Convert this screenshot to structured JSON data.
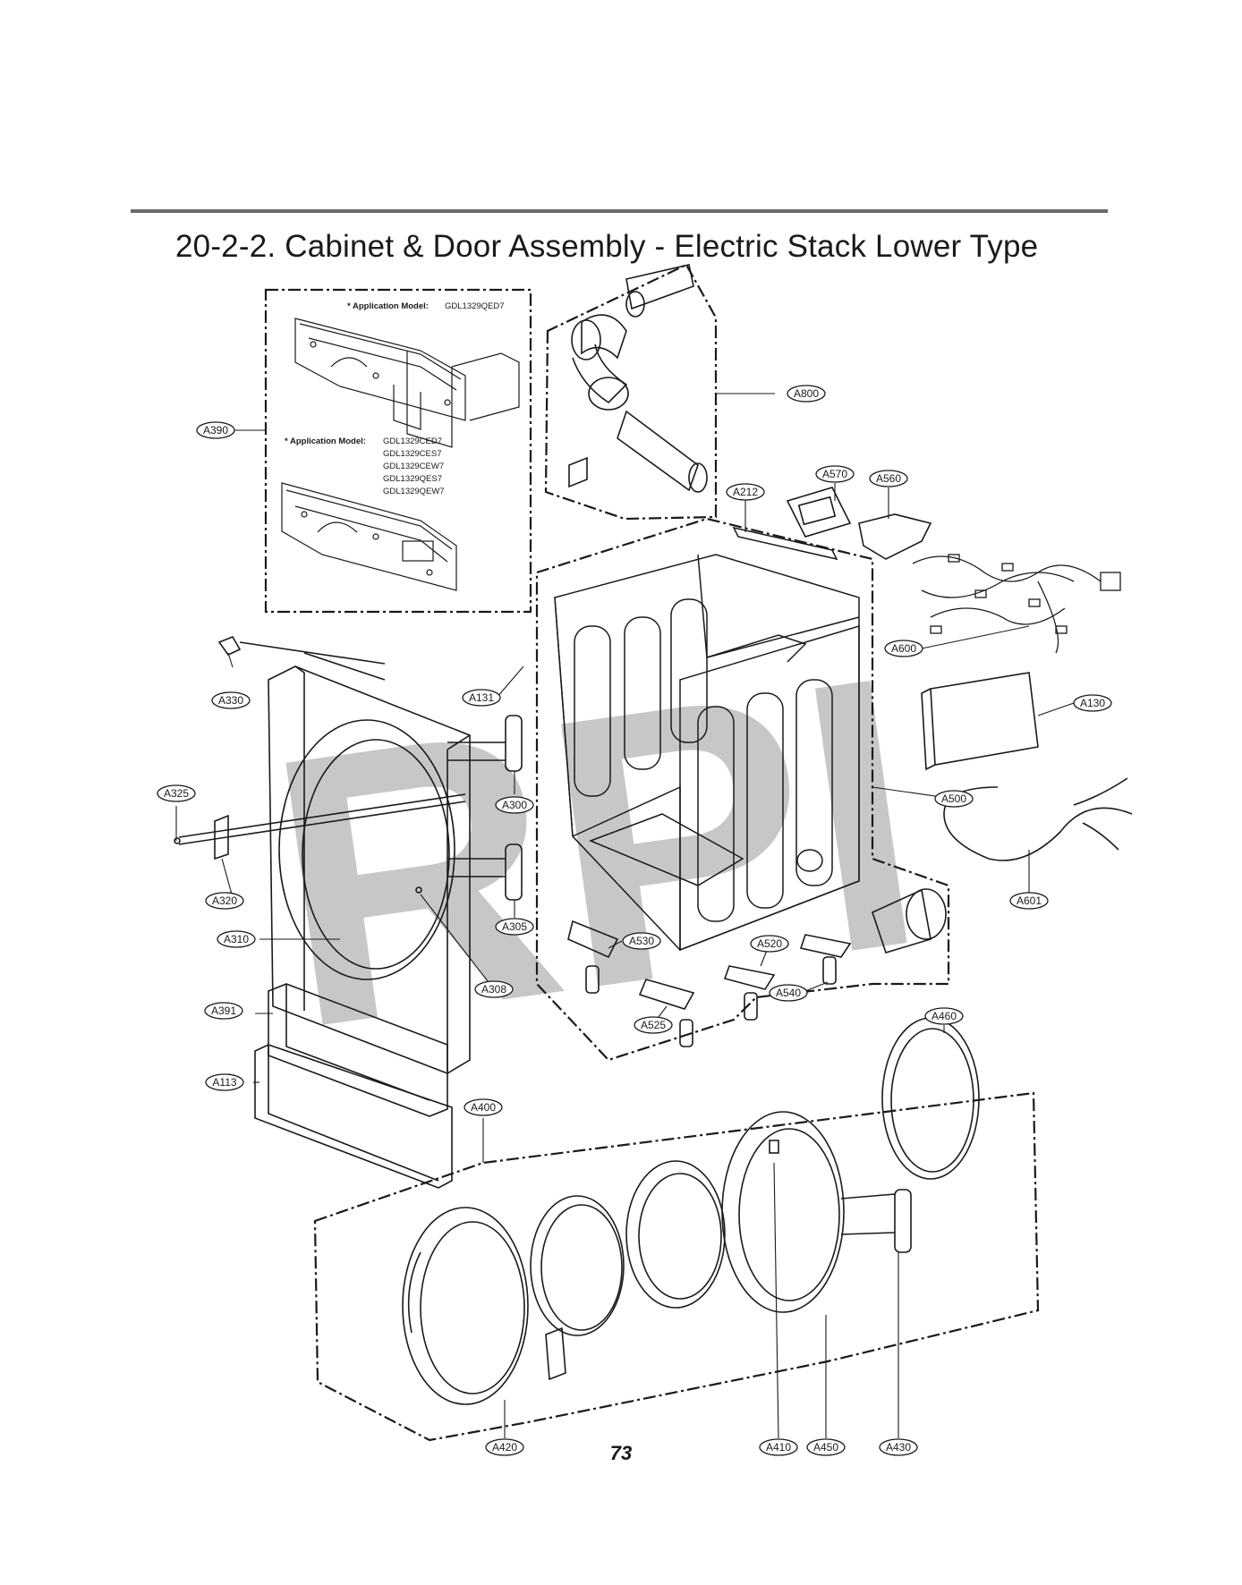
{
  "header": {
    "title": "20-2-2. Cabinet & Door Assembly - Electric Stack Lower Type"
  },
  "page_number": "73",
  "watermark": "RPI",
  "application_notes": {
    "prefix": "* Application Model:",
    "model_top": "GDL1329QED7",
    "models_bottom": [
      "GDL1329CED7",
      "GDL1329CES7",
      "GDL1329CEW7",
      "GDL1329QES7",
      "GDL1329QEW7"
    ]
  },
  "parts": {
    "a390": "A390",
    "a800": "A800",
    "a570": "A570",
    "a560": "A560",
    "a212": "A212",
    "a600": "A600",
    "a330": "A330",
    "a131": "A131",
    "a130": "A130",
    "a325": "A325",
    "a300": "A300",
    "a500": "A500",
    "a320": "A320",
    "a305": "A305",
    "a601": "A601",
    "a310": "A310",
    "a530": "A530",
    "a520": "A520",
    "a308": "A308",
    "a540": "A540",
    "a391": "A391",
    "a525": "A525",
    "a460": "A460",
    "a113": "A113",
    "a400": "A400",
    "a420": "A420",
    "a410": "A410",
    "a450": "A450",
    "a430": "A430"
  },
  "colors": {
    "line": "#1a1a1a",
    "rule": "#6b6b6b",
    "watermark": "#9a9a9a"
  }
}
